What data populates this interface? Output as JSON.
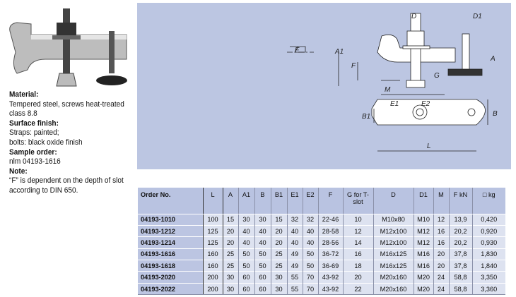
{
  "info": {
    "material_label": "Material:",
    "material_text": "Tempered steel, screws heat-treated class 8.8",
    "finish_label": "Surface finish:",
    "finish_line1": "Straps: painted;",
    "finish_line2": "bolts: black oxide finish",
    "sample_label": "Sample order:",
    "sample_text": "nlm 04193-1616",
    "note_label": "Note:",
    "note_text": "“F” is dependent on the depth of slot according to DIN 650."
  },
  "drawing": {
    "labels": {
      "F_arrow": "F",
      "D": "D",
      "D1": "D1",
      "A1": "A1",
      "F": "F",
      "A": "A",
      "G": "G",
      "M": "M",
      "E1": "E1",
      "E2": "E2",
      "B1": "B1",
      "B": "B",
      "L": "L"
    },
    "background": "#bcc6e2"
  },
  "table": {
    "headers": [
      "Order No.",
      "L",
      "A",
      "A1",
      "B",
      "B1",
      "E1",
      "E2",
      "F",
      "G for T-slot",
      "D",
      "D1",
      "M",
      "F kN",
      "kg"
    ],
    "rows": [
      [
        "04193-1010",
        "100",
        "15",
        "30",
        "30",
        "15",
        "32",
        "32",
        "22-46",
        "10",
        "M10x80",
        "M10",
        "12",
        "13,9",
        "0,420"
      ],
      [
        "04193-1212",
        "125",
        "20",
        "40",
        "40",
        "20",
        "40",
        "40",
        "28-58",
        "12",
        "M12x100",
        "M12",
        "16",
        "20,2",
        "0,920"
      ],
      [
        "04193-1214",
        "125",
        "20",
        "40",
        "40",
        "20",
        "40",
        "40",
        "28-56",
        "14",
        "M12x100",
        "M12",
        "16",
        "20,2",
        "0,930"
      ],
      [
        "04193-1616",
        "160",
        "25",
        "50",
        "50",
        "25",
        "49",
        "50",
        "36-72",
        "16",
        "M16x125",
        "M16",
        "20",
        "37,8",
        "1,830"
      ],
      [
        "04193-1618",
        "160",
        "25",
        "50",
        "50",
        "25",
        "49",
        "50",
        "36-69",
        "18",
        "M16x125",
        "M16",
        "20",
        "37,8",
        "1,840"
      ],
      [
        "04193-2020",
        "200",
        "30",
        "60",
        "60",
        "30",
        "55",
        "70",
        "43-92",
        "20",
        "M20x160",
        "M20",
        "24",
        "58,8",
        "3,350"
      ],
      [
        "04193-2022",
        "200",
        "30",
        "60",
        "60",
        "30",
        "55",
        "70",
        "43-92",
        "22",
        "M20x160",
        "M20",
        "24",
        "58,8",
        "3,360"
      ]
    ]
  }
}
